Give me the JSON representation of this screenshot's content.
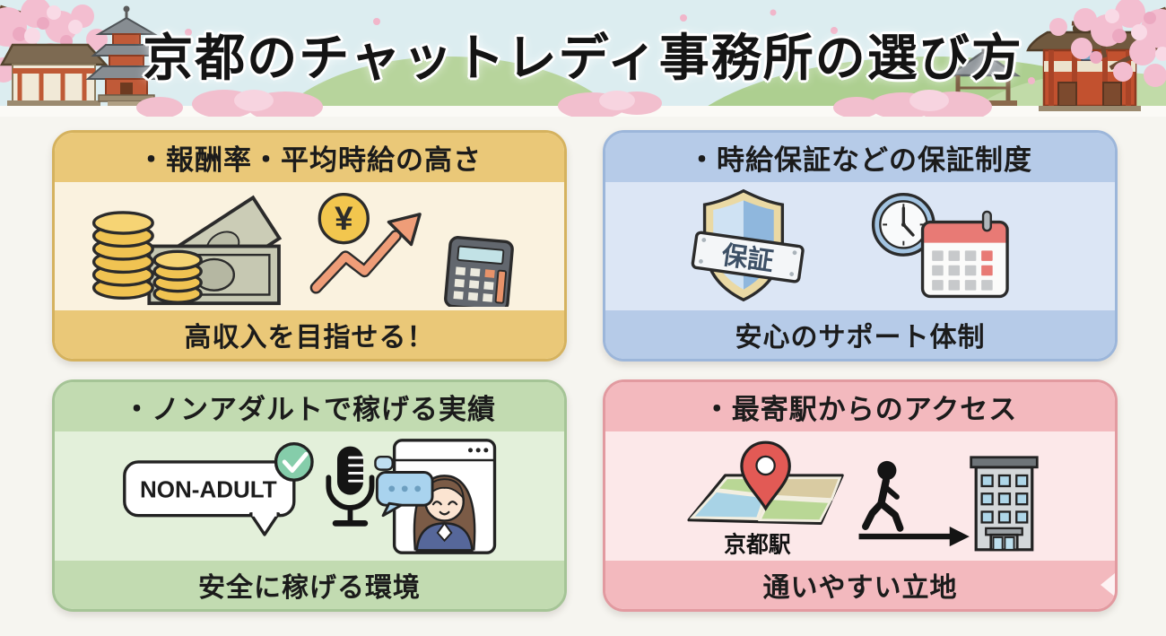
{
  "page": {
    "title": "京都のチャットレディ事務所の選び方",
    "background": "#f6f5f0",
    "header_sky": "#dcedf0"
  },
  "cards": [
    {
      "title": "・報酬率・平均時給の高さ",
      "caption": "高収入を目指せる！",
      "yen_symbol": "¥",
      "icons": [
        "coin-stack-icon",
        "banknotes-icon",
        "yen-coin-icon",
        "growth-arrow-icon",
        "calculator-icon"
      ],
      "colors": {
        "border": "#d5b25e",
        "band": "#eac878",
        "body": "#faf2df"
      }
    },
    {
      "title": "・時給保証などの保証制度",
      "caption": "安心のサポート体制",
      "shield_label": "保証",
      "icons": [
        "guarantee-shield-icon",
        "clock-icon",
        "calendar-icon"
      ],
      "colors": {
        "border": "#9cb6da",
        "band": "#b6cbe8",
        "body": "#dce6f5"
      }
    },
    {
      "title": "・ノンアダルトで稼げる実績",
      "caption": "安全に稼げる環境",
      "bubble_label": "NON-ADULT",
      "icons": [
        "speech-bubble-icon",
        "check-icon",
        "microphone-icon",
        "video-chat-icon"
      ],
      "colors": {
        "border": "#a5c496",
        "band": "#c2dbb1",
        "body": "#e3f0da"
      }
    },
    {
      "title": "・最寄駅からのアクセス",
      "caption": "通いやすい立地",
      "station_label": "京都駅",
      "icons": [
        "map-pin-icon",
        "walking-person-icon",
        "arrow-right-icon",
        "building-icon"
      ],
      "colors": {
        "border": "#e29aa0",
        "band": "#f3b9be",
        "body": "#fce8e9"
      }
    }
  ]
}
